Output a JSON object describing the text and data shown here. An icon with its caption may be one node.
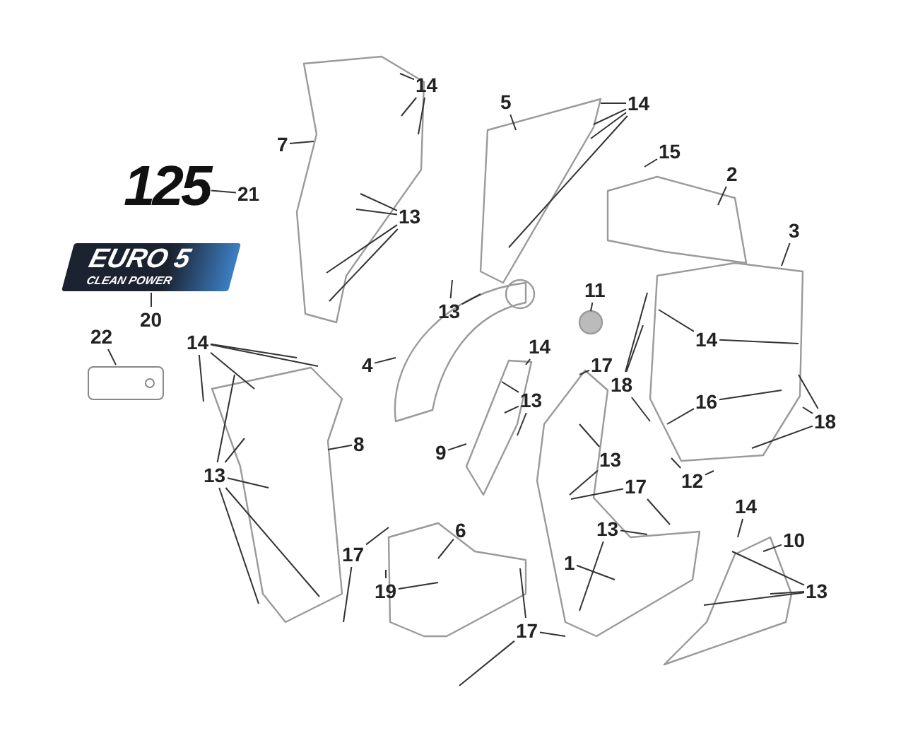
{
  "diagram": {
    "nodes": [
      {
        "text": [
          "14"
        ]
      },
      {
        "text": [
          "5"
        ]
      },
      {
        "text": [
          "14"
        ]
      },
      {
        "text": [
          "7"
        ]
      },
      {
        "text": [
          "15"
        ]
      },
      {
        "text": [
          "2"
        ]
      },
      {
        "text": [
          "125"
        ]
      },
      {
        "text": [
          "21"
        ]
      },
      {
        "text": [
          "13"
        ]
      },
      {
        "text": [
          "3"
        ]
      },
      {
        "text": [
          "11"
        ]
      },
      {
        "text": [
          "13"
        ]
      },
      {
        "text": [
          "EURO 5",
          "CLEAN POWER"
        ]
      },
      {
        "text": [
          "20"
        ]
      },
      {
        "text": [
          "22"
        ]
      },
      {
        "text": [
          "14"
        ]
      },
      {
        "text": [],
        "shape": "box"
      },
      {
        "text": [
          "14"
        ]
      },
      {
        "text": [
          "4"
        ]
      },
      {
        "text": [
          "14"
        ]
      },
      {
        "text": [
          "17"
        ]
      },
      {
        "text": [
          "18"
        ]
      },
      {
        "text": [
          "13"
        ]
      },
      {
        "text": [
          "16"
        ]
      },
      {
        "text": [
          "18"
        ]
      },
      {
        "text": [
          "8"
        ]
      },
      {
        "text": [
          "9"
        ]
      },
      {
        "text": [
          "13"
        ]
      },
      {
        "text": [
          "13"
        ]
      },
      {
        "text": [
          "12"
        ]
      },
      {
        "text": [
          "17"
        ]
      },
      {
        "text": [
          "14"
        ]
      },
      {
        "text": [
          "6"
        ]
      },
      {
        "text": [
          "13"
        ]
      },
      {
        "text": [
          "10"
        ]
      },
      {
        "text": [
          "17"
        ]
      },
      {
        "text": [
          "1"
        ]
      },
      {
        "text": [
          "13"
        ]
      },
      {
        "text": [
          "19"
        ]
      },
      {
        "text": [
          "17"
        ]
      }
    ],
    "edges": [
      {
        "from": 0,
        "to": null,
        "arrow": "none"
      },
      {
        "from": 0,
        "to": null,
        "arrow": "none"
      },
      {
        "from": 0,
        "to": null,
        "arrow": "none"
      },
      {
        "from": 1,
        "to": null,
        "arrow": "none"
      },
      {
        "from": 2,
        "to": null,
        "arrow": "none"
      },
      {
        "from": 2,
        "to": null,
        "arrow": "none"
      },
      {
        "from": 2,
        "to": null,
        "arrow": "none"
      },
      {
        "from": 2,
        "to": null,
        "arrow": "none"
      },
      {
        "from": 3,
        "to": null,
        "arrow": "none"
      },
      {
        "from": 4,
        "to": null,
        "arrow": "none"
      },
      {
        "from": 5,
        "to": null,
        "arrow": "none"
      },
      {
        "from": 7,
        "to": 6,
        "arrow": "none"
      },
      {
        "from": 8,
        "to": null,
        "arrow": "none"
      },
      {
        "from": 8,
        "to": null,
        "arrow": "none"
      },
      {
        "from": 8,
        "to": null,
        "arrow": "none"
      },
      {
        "from": 8,
        "to": null,
        "arrow": "none"
      },
      {
        "from": 9,
        "to": null,
        "arrow": "none"
      },
      {
        "from": 10,
        "to": null,
        "arrow": "none"
      },
      {
        "from": 11,
        "to": null,
        "arrow": "none"
      },
      {
        "from": 11,
        "to": null,
        "arrow": "none"
      },
      {
        "from": 13,
        "to": 12,
        "arrow": "none"
      },
      {
        "from": 14,
        "to": 16,
        "arrow": "none"
      },
      {
        "from": 15,
        "to": null,
        "arrow": "none"
      },
      {
        "from": 15,
        "to": null,
        "arrow": "none"
      },
      {
        "from": 15,
        "to": null,
        "arrow": "none"
      },
      {
        "from": 15,
        "to": null,
        "arrow": "none"
      },
      {
        "from": 17,
        "to": null,
        "arrow": "none"
      },
      {
        "from": 17,
        "to": null,
        "arrow": "none"
      },
      {
        "from": 18,
        "to": null,
        "arrow": "none"
      },
      {
        "from": 19,
        "to": null,
        "arrow": "none"
      },
      {
        "from": 20,
        "to": null,
        "arrow": "none"
      },
      {
        "from": 21,
        "to": null,
        "arrow": "none"
      },
      {
        "from": 21,
        "to": null,
        "arrow": "none"
      },
      {
        "from": 21,
        "to": null,
        "arrow": "none"
      },
      {
        "from": 22,
        "to": null,
        "arrow": "none"
      },
      {
        "from": 22,
        "to": null,
        "arrow": "none"
      },
      {
        "from": 22,
        "to": null,
        "arrow": "none"
      },
      {
        "from": 23,
        "to": null,
        "arrow": "none"
      },
      {
        "from": 23,
        "to": null,
        "arrow": "none"
      },
      {
        "from": 24,
        "to": null,
        "arrow": "none"
      },
      {
        "from": 24,
        "to": null,
        "arrow": "none"
      },
      {
        "from": 24,
        "to": null,
        "arrow": "none"
      },
      {
        "from": 25,
        "to": null,
        "arrow": "none"
      },
      {
        "from": 26,
        "to": null,
        "arrow": "none"
      },
      {
        "from": 27,
        "to": null,
        "arrow": "none"
      },
      {
        "from": 27,
        "to": null,
        "arrow": "none"
      },
      {
        "from": 28,
        "to": null,
        "arrow": "none"
      },
      {
        "from": 28,
        "to": null,
        "arrow": "none"
      },
      {
        "from": 28,
        "to": null,
        "arrow": "none"
      },
      {
        "from": 28,
        "to": null,
        "arrow": "none"
      },
      {
        "from": 28,
        "to": null,
        "arrow": "none"
      },
      {
        "from": 29,
        "to": null,
        "arrow": "none"
      },
      {
        "from": 29,
        "to": null,
        "arrow": "none"
      },
      {
        "from": 30,
        "to": null,
        "arrow": "none"
      },
      {
        "from": 30,
        "to": null,
        "arrow": "none"
      },
      {
        "from": 31,
        "to": null,
        "arrow": "none"
      },
      {
        "from": 32,
        "to": null,
        "arrow": "none"
      },
      {
        "from": 33,
        "to": null,
        "arrow": "none"
      },
      {
        "from": 33,
        "to": null,
        "arrow": "none"
      },
      {
        "from": 34,
        "to": null,
        "arrow": "none"
      },
      {
        "from": 35,
        "to": null,
        "arrow": "none"
      },
      {
        "from": 35,
        "to": null,
        "arrow": "none"
      },
      {
        "from": 36,
        "to": null,
        "arrow": "none"
      },
      {
        "from": 37,
        "to": null,
        "arrow": "none"
      },
      {
        "from": 37,
        "to": null,
        "arrow": "none"
      },
      {
        "from": 37,
        "to": null,
        "arrow": "none"
      },
      {
        "from": 38,
        "to": null,
        "arrow": "none"
      },
      {
        "from": 38,
        "to": null,
        "arrow": "none"
      },
      {
        "from": 39,
        "to": null,
        "arrow": "none"
      },
      {
        "from": 39,
        "to": null,
        "arrow": "none"
      },
      {
        "from": 39,
        "to": null,
        "arrow": "none"
      }
    ]
  }
}
